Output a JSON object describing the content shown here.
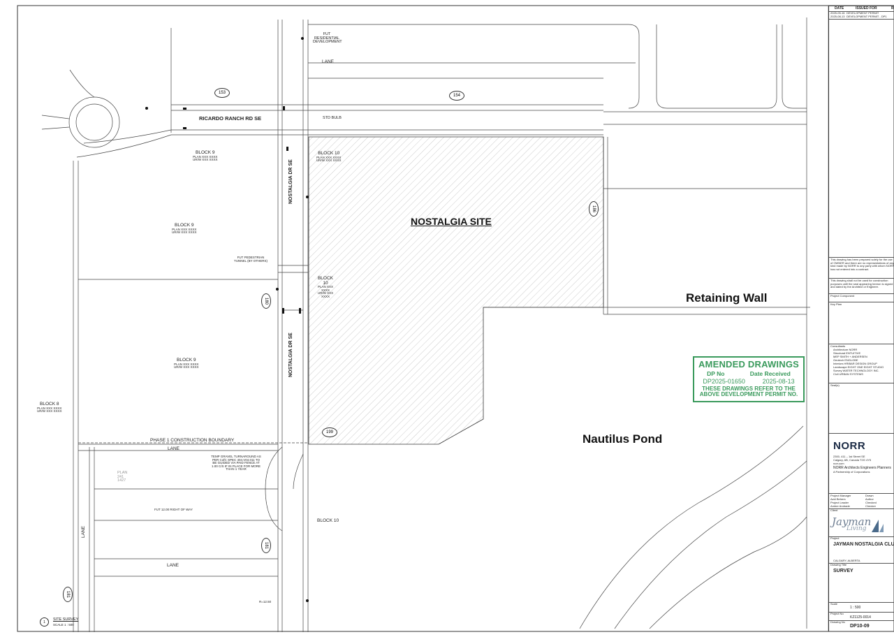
{
  "sheet": {
    "site_title": "NOSTALGIA SITE",
    "retaining_wall": "Retaining Wall",
    "pond": "Nautilus Pond",
    "road_ricardo": "RICARDO RANCH RD SE",
    "road_nostalgia": "NOSTALGIA DR SE",
    "road_nostalgia_2": "NOSTALGIA DR SE",
    "phase_boundary": "PHASE 1 CONSTRUCTION BOUNDARY",
    "lane_top": "LANE",
    "lane_mid": "LANE",
    "lane_bottom": "LANE",
    "lane_left": "LANE",
    "fut_residential": "FUT RESIDENTIAL DEVELOPMENT",
    "temp_gravel": "TEMP GRAVEL TURNAROUND AS PER CofC SPEC 404.V04.011 TO BE GUIDED VIA PAID FENCE AT 1.00 C/S IF IN PLACE FOR MORE THAN 1 YEAR",
    "ped_tunnel": "FUT PEDESTRIAN TUNNEL (BY OTHERS)",
    "std_bulb": "STD BULB",
    "block9_a": {
      "title": "BLOCK 9",
      "plan": "PLAN XXX XXXX",
      "urw": "UR/W XXX XXXX"
    },
    "block9_b": {
      "title": "BLOCK 9",
      "plan": "PLAN XXX XXXX",
      "urw": "UR/W XXX XXXX"
    },
    "block9_c": {
      "title": "BLOCK 9",
      "plan": "PLAN XXX XXXX",
      "urw": "UR/W XXX XXXX"
    },
    "block10_a": {
      "title": "BLOCK 10",
      "plan": "PLAN XXX XXXX",
      "urw": "UR/W XXX XXXX"
    },
    "block10_b": {
      "title": "BLOCK 10",
      "plan": "PLAN XXX XXXX",
      "urw": "UR/W XXX XXXX"
    },
    "block10_c": "BLOCK 10",
    "block8": {
      "title": "BLOCK 8",
      "plan": "PLAN XXX XXXX",
      "urw": "UR/W XXX XXXX"
    },
    "plan_241": "PLAN 241 1427",
    "lots": [
      "153",
      "154",
      "186",
      "180",
      "199",
      "181",
      "181"
    ],
    "fut_row": "FUT 12.00 RIGHT OF WAY",
    "r_1250": "R=12.50",
    "view_title": "SITE SURVEY",
    "view_scale": "SCALE  1 : 500",
    "view_num": "1"
  },
  "stamp": {
    "title": "AMENDED DRAWINGS",
    "dp_no_label": "DP No",
    "date_label": "Date Received",
    "dp_no": "DP2025-01650",
    "date": "2025-08-13",
    "note_1": "THESE DRAWINGS REFER TO THE",
    "note_2": "ABOVE DEVELOPMENT PERMIT NO.",
    "color": "#3a9a5c"
  },
  "titleblock": {
    "col_date": "DATE",
    "col_issued": "ISSUED FOR",
    "col_rev": "R",
    "rows": [
      {
        "date": "2025-05-16",
        "issued": "DEVELOPMENT PERMIT"
      },
      {
        "date": "2025-08-13",
        "issued": "DEVELOPMENT PERMIT - DP1"
      }
    ],
    "project_component": "Project Component",
    "key_plan": "Key Plan",
    "consultants": "Consultants",
    "consultant_list": [
      "Architecture   NORR",
      "Structural     ENTUITIVE",
      "MEP            SMITH + ANDERSEN",
      "Geotech        ENGLOBE",
      "Interiors      HRIBAR DESIGN GROUP",
      "Landscape      EIGHT ONE EIGHT STUDIO",
      "Survey         WATER TECHNOLOGY INC.",
      "Civil          URBAN SYSTEMS"
    ],
    "seal": "Seal(s)",
    "firm": "NORR",
    "address_1": "2300, 411 – 1st Street SE",
    "address_2": "Calgary, AB, Canada T2G 4Y5",
    "address_3": "norr.com",
    "firm_full": "NORR Architects Engineers Planners",
    "partnership": "A Partnership of Corporations",
    "pm_label": "Project Manager",
    "pm_name": "Azid Behers",
    "pl_label": "Project Leader",
    "pl_name": "Amber Andrade",
    "drawn": "Drawn",
    "drawn_by": "Author",
    "checked": "Checked",
    "checked_by": "Checker",
    "client_label": "Client",
    "client_logo_1": "Jayman",
    "client_logo_2": "Living",
    "project_label": "Project",
    "project_name": "JAYMAN NOSTALGIA CLU",
    "location": "CALGARY, ALBERTA",
    "drawing_title_label": "Drawing Title",
    "drawing_title": "SURVEY",
    "scale_label": "Scale",
    "scale": "1 : 500",
    "project_no_label": "Project No",
    "project_no": "KZ1125-0014",
    "drawing_no_label": "Drawing No",
    "drawing_no": "DP10-09",
    "disclaimer_1": "This drawing has been prepared solely for the use of OWNER and there are no representations of any kind made by NORR to any party with whom NORR has not entered into a contract.",
    "disclaimer_2": "This drawing shall not be used for construction purposes until the seal appearing hereon is signed and dated by the Architect or Engineer."
  }
}
